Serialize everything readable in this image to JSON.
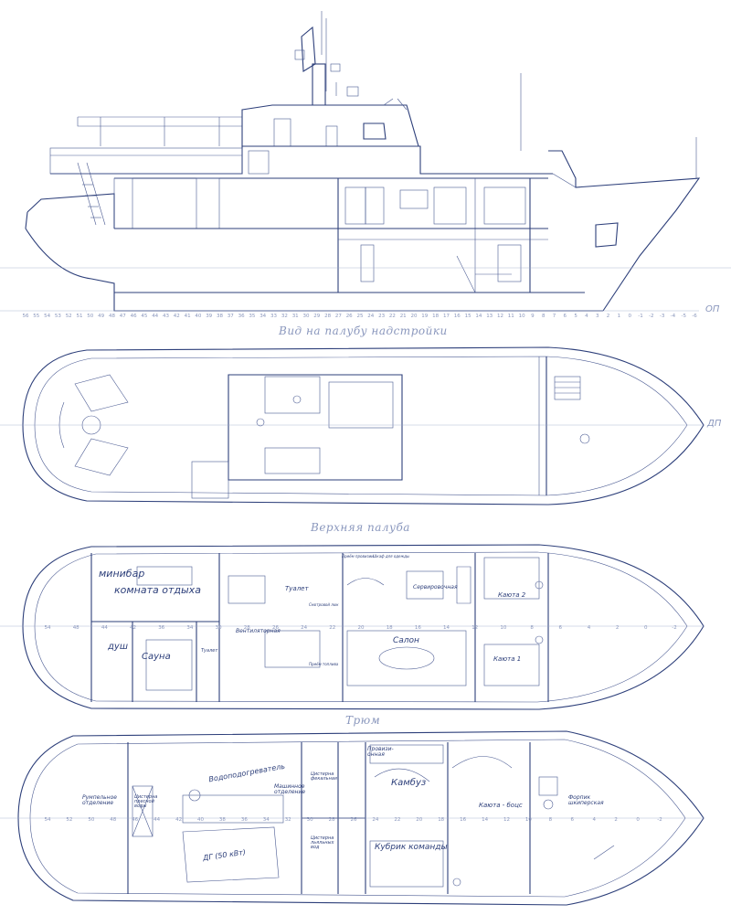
{
  "titles": {
    "superstructure_deck": "Вид на палубу надстройки",
    "upper_deck": "Верхняя палуба",
    "hold": "Трюм"
  },
  "reference_lines": {
    "baseline": "ОП",
    "centerline": "ДП"
  },
  "frames_profile": [
    "56",
    "55",
    "54",
    "53",
    "52",
    "51",
    "50",
    "49",
    "48",
    "47",
    "46",
    "45",
    "44",
    "43",
    "42",
    "41",
    "40",
    "39",
    "38",
    "37",
    "36",
    "35",
    "34",
    "33",
    "32",
    "31",
    "30",
    "29",
    "28",
    "27",
    "26",
    "25",
    "24",
    "23",
    "22",
    "21",
    "20",
    "19",
    "18",
    "17",
    "16",
    "15",
    "14",
    "13",
    "12",
    "11",
    "10",
    "9",
    "8",
    "7",
    "6",
    "5",
    "4",
    "3",
    "2",
    "1",
    "0",
    "-1",
    "-2",
    "-3",
    "-4",
    "-5",
    "-6"
  ],
  "frames_upper": [
    "54",
    "48",
    "44",
    "42",
    "36",
    "34",
    "30",
    "28",
    "26",
    "24",
    "22",
    "20",
    "18",
    "16",
    "14",
    "12",
    "10",
    "8",
    "6",
    "4",
    "2",
    "0",
    "-2"
  ],
  "frames_hold": [
    "54",
    "52",
    "50",
    "48",
    "46",
    "44",
    "42",
    "40",
    "38",
    "36",
    "34",
    "32",
    "30",
    "28",
    "26",
    "24",
    "22",
    "20",
    "18",
    "16",
    "14",
    "12",
    "10",
    "8",
    "6",
    "4",
    "2",
    "0",
    "-2"
  ],
  "rooms": {
    "upper": {
      "minibar": "минибар",
      "lounge": "комната отдыха",
      "shower": "душ",
      "sauna": "Сауна",
      "toilet_1": "Туалет",
      "toilet_2": "Туалет",
      "ventilation": "Вентиляторная",
      "saloon": "Салон",
      "serving": "Сервировочная",
      "cabin_2": "Каюта 2",
      "cabin_1": "Каюта 1",
      "note_1": "Шкаф для одежды",
      "note_2": "Приём провизии",
      "note_3": "Смотровой люк",
      "note_4": "Приём топлива"
    },
    "hold": {
      "steering": "Румпельное отделение",
      "water_tank": "Цистерна пресной воды",
      "water_heater": "Водоподогреватель",
      "engine_room": "Машинное отделение",
      "fecal_tank": "Цистерна фекальная",
      "bilge_tank": "Цистерна льяльных вод",
      "generator": "ДГ (50 кВт)",
      "provisions": "Провизи-онная",
      "galley": "Камбуз",
      "crew_quarters": "Кубрик команды",
      "cabin_boss": "Каюта - боцс",
      "forepeak": "Форпик шкиперская"
    }
  }
}
